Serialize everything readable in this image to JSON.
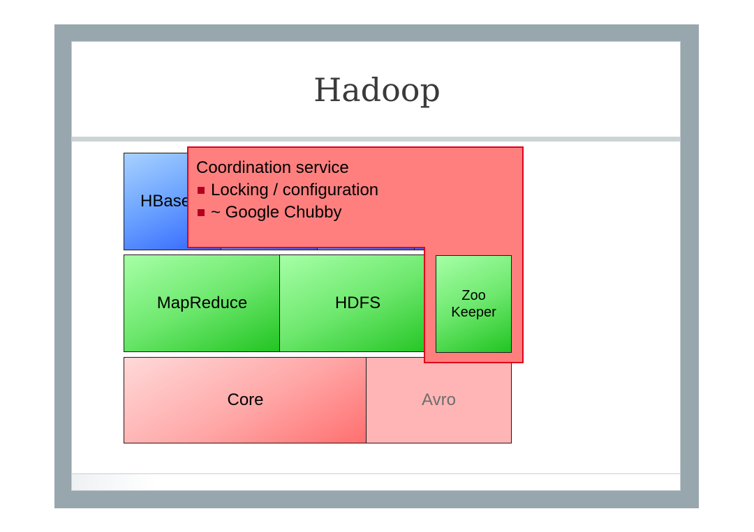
{
  "slide": {
    "title": "Hadoop"
  },
  "stack": {
    "hbase_label": "HBase",
    "mapreduce_label": "MapReduce",
    "hdfs_label": "HDFS",
    "core_label": "Core",
    "avro_label": "Avro",
    "zookeeper_line1": "Zoo",
    "zookeeper_line2": "Keeper"
  },
  "callout": {
    "heading": "Coordination service",
    "bullets": [
      "Locking / configuration",
      "~ Google Chubby"
    ]
  },
  "colors": {
    "frame": "#98a6ae",
    "callout_fill": "#ff7f7f",
    "callout_border": "#e0001a",
    "bullet": "#b3001f",
    "green": "#6ee86e",
    "blue": "#6ea6ff",
    "pink": "#ffa6a6"
  }
}
